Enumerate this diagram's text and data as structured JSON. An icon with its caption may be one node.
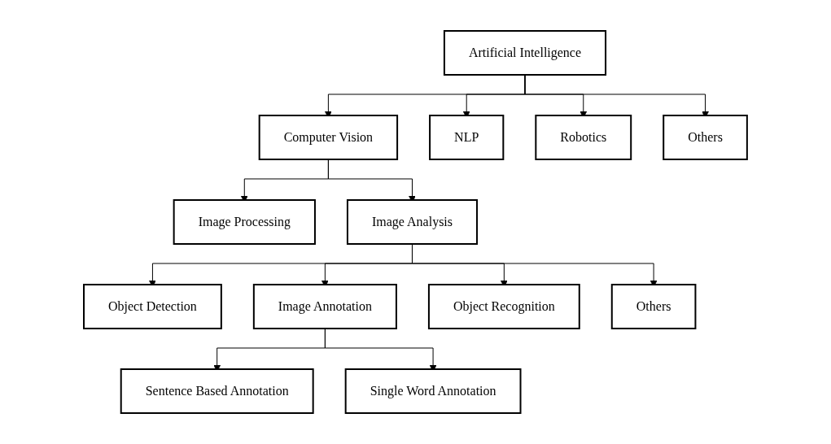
{
  "diagram": {
    "nodes": [
      {
        "text": [
          "Artificial Intelligence"
        ]
      },
      {
        "text": [
          "Computer Vision"
        ]
      },
      {
        "text": [
          "NLP"
        ]
      },
      {
        "text": [
          "Robotics"
        ]
      },
      {
        "text": [
          "Others"
        ]
      },
      {
        "text": [
          "Image Processing"
        ]
      },
      {
        "text": [
          "Image Analysis"
        ]
      },
      {
        "text": [
          "Object Detection"
        ]
      },
      {
        "text": [
          "Image Annotation"
        ]
      },
      {
        "text": [
          "Object Recognition"
        ]
      },
      {
        "text": [
          "Others"
        ]
      },
      {
        "text": [
          "Sentence Based Annotation"
        ]
      },
      {
        "text": [
          "Single Word Annotation"
        ]
      }
    ],
    "edges": [
      {
        "from": 0,
        "to": 1,
        "arrow": "to"
      },
      {
        "from": 0,
        "to": 2,
        "arrow": "to"
      },
      {
        "from": 0,
        "to": 3,
        "arrow": "to"
      },
      {
        "from": 0,
        "to": 4,
        "arrow": "to"
      },
      {
        "from": 1,
        "to": 5,
        "arrow": "to"
      },
      {
        "from": 1,
        "to": 6,
        "arrow": "to"
      },
      {
        "from": 6,
        "to": 7,
        "arrow": "to"
      },
      {
        "from": 6,
        "to": 8,
        "arrow": "to"
      },
      {
        "from": 6,
        "to": 9,
        "arrow": "to"
      },
      {
        "from": 6,
        "to": 10,
        "arrow": "to"
      },
      {
        "from": 8,
        "to": 11,
        "arrow": "to"
      },
      {
        "from": 8,
        "to": 12,
        "arrow": "to"
      }
    ]
  }
}
